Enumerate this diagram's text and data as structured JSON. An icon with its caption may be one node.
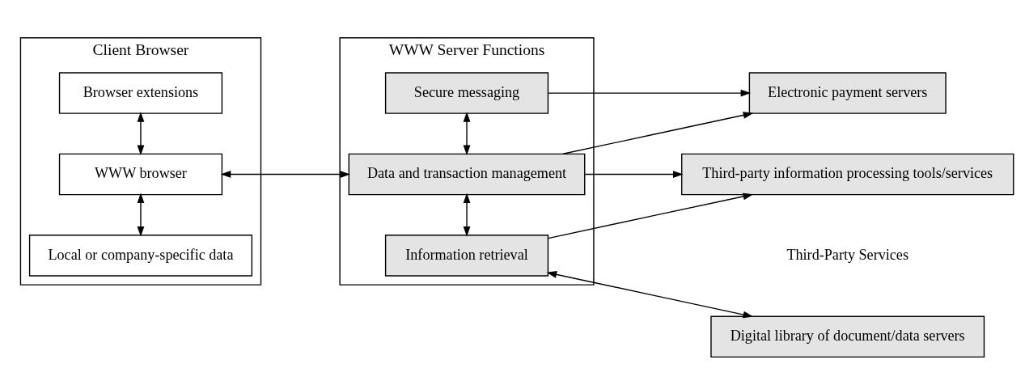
{
  "diagram": {
    "nodes": [
      {
        "text": [
          "Client Browser"
        ]
      },
      {
        "text": [
          "Local or company-specific data"
        ],
        "in": 0
      },
      {
        "text": [
          "WWW browser"
        ],
        "in": 0
      },
      {
        "text": [
          "Browser extensions"
        ],
        "in": 0
      },
      {
        "text": [
          "WWW Server Functions"
        ]
      },
      {
        "text": [
          "Information retrieval"
        ],
        "in": 4
      },
      {
        "text": [
          "Data and transaction management"
        ],
        "in": 4
      },
      {
        "text": [
          "Secure messaging"
        ],
        "in": 4
      },
      {
        "text": [
          "Digital library of document/data servers"
        ]
      },
      {
        "text": [
          "Third-party information processing tools/services"
        ]
      },
      {
        "text": [
          "Electronic payment servers"
        ]
      }
    ],
    "edges": [
      {
        "from": 1,
        "to": 2,
        "arrow": "both"
      },
      {
        "from": 2,
        "to": 3,
        "arrow": "both"
      },
      {
        "from": 2,
        "to": 6,
        "arrow": "both"
      },
      {
        "from": 5,
        "to": 6,
        "arrow": "both"
      },
      {
        "from": 6,
        "to": 7,
        "arrow": "both"
      },
      {
        "from": 5,
        "to": 8,
        "arrow": "both"
      },
      {
        "from": 5,
        "to": 9,
        "arrow": "to"
      },
      {
        "from": 6,
        "to": 9,
        "arrow": "to"
      },
      {
        "from": 6,
        "to": 10,
        "arrow": "to"
      },
      {
        "from": 7,
        "to": 10,
        "arrow": "to"
      }
    ],
    "labels": [
      "Third-Party Services"
    ]
  }
}
